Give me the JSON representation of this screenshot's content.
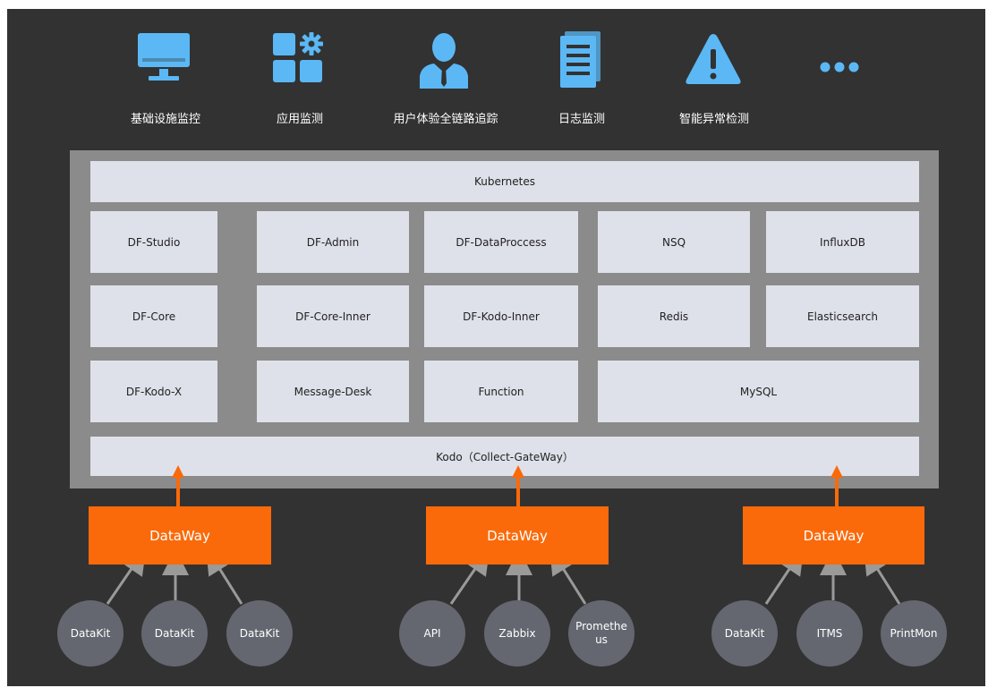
{
  "capabilities": [
    {
      "icon": "monitor-icon",
      "label": "基础设施监控"
    },
    {
      "icon": "app-grid-icon",
      "label": "应用监测"
    },
    {
      "icon": "user-icon",
      "label": "用户体验全链路追踪"
    },
    {
      "icon": "document-icon",
      "label": "日志监测"
    },
    {
      "icon": "warning-icon",
      "label": "智能异常检测"
    },
    {
      "icon": "more-icon",
      "label": ""
    }
  ],
  "platform": {
    "top": "Kubernetes",
    "rows": [
      [
        "DF-Studio",
        "DF-Admin",
        "DF-DataProccess",
        "NSQ",
        "InfluxDB"
      ],
      [
        "DF-Core",
        "DF-Core-Inner",
        "DF-Kodo-Inner",
        "Redis",
        "Elasticsearch"
      ],
      [
        "DF-Kodo-X",
        "Message-Desk",
        "Function",
        "MySQL"
      ]
    ],
    "gateway": "Kodo（Collect-GateWay）"
  },
  "dataways": [
    {
      "label": "DataWay",
      "sources": [
        "DataKit",
        "DataKit",
        "DataKit"
      ]
    },
    {
      "label": "DataWay",
      "sources": [
        "API",
        "Zabbix",
        "Promethe\nus"
      ]
    },
    {
      "label": "DataWay",
      "sources": [
        "DataKit",
        "ITMS",
        "PrintMon"
      ]
    }
  ],
  "colors": {
    "background": "#323232",
    "frame": "#8b8b8b",
    "box": "#dfe1ea",
    "icon": "#5bb8f5",
    "dataway": "#fa6a0a",
    "source": "#646770",
    "connector": "#9a9a9a"
  }
}
